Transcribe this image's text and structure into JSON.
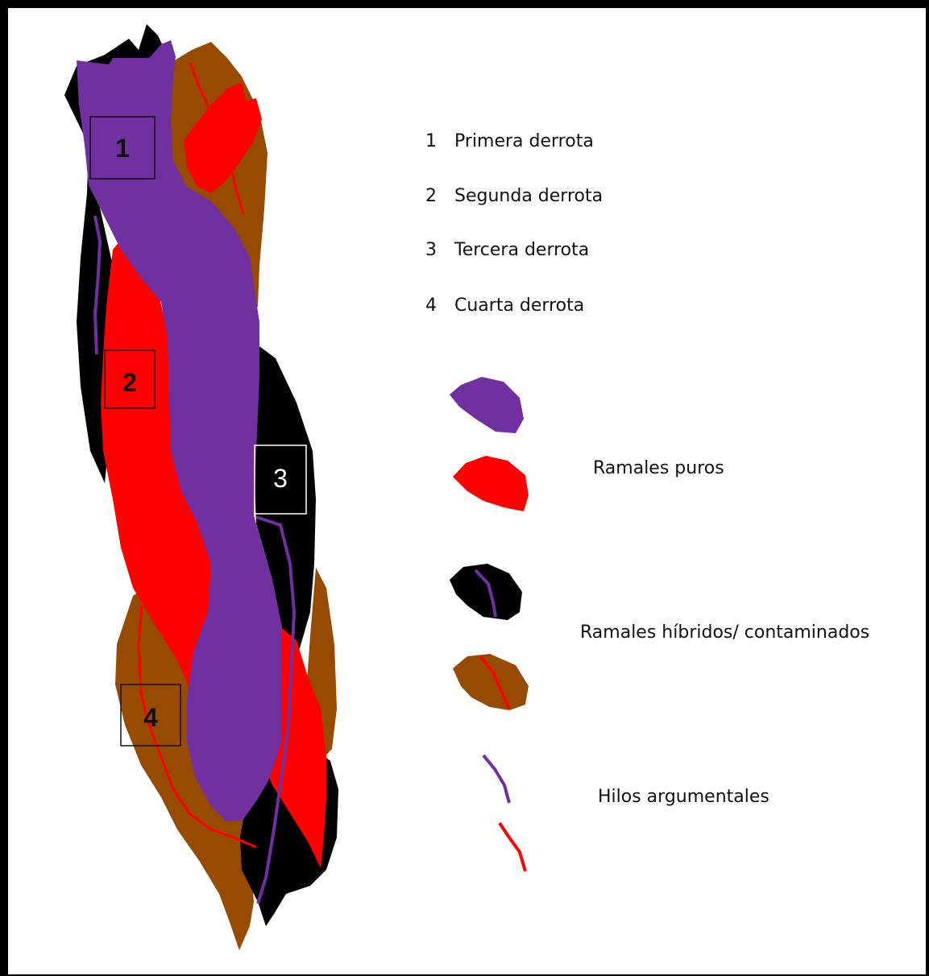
{
  "colors": {
    "primera": "#7030a0",
    "segunda": "#ff0000",
    "tercera": "#000000",
    "cuarta": "#964b00",
    "hilo_morado": "#7030a0",
    "hilo_rojo": "#ff0000"
  },
  "markers": [
    {
      "number": "1"
    },
    {
      "number": "2"
    },
    {
      "number": "3"
    },
    {
      "number": "4"
    }
  ],
  "list": [
    {
      "number": "1",
      "text": "Primera derrota"
    },
    {
      "number": "2",
      "text": "Segunda derrota"
    },
    {
      "number": "3",
      "text": "Tercera derrota"
    },
    {
      "number": "4",
      "text": "Cuarta derrota"
    }
  ],
  "legend": {
    "puros": "Ramales puros",
    "hibridos": "Ramales híbridos/ contaminados",
    "hilos": "Hilos argumentales"
  }
}
